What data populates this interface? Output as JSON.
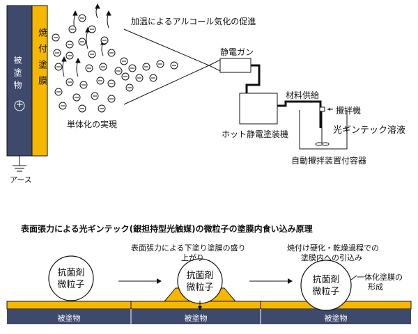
{
  "top": {
    "object_label": "被塗物",
    "plus_symbol": "+",
    "film_label": "焼付塗膜",
    "heating_caption": "加温によるアルコール気化の促進",
    "ion_symbol": "−",
    "gun_label": "静電ガン",
    "material_supply_label": "材料供給",
    "agitator_label": "攪拌機",
    "machine_label": "ホット静電塗装機",
    "solution_label": "光ギンテック溶液",
    "container_label": "自動攪拌装置付容器",
    "unification_label": "単体化の実現",
    "earth_label": "アース"
  },
  "bottom": {
    "title": "表面張力による光ギンテック(銀担持型光触媒)の微粒子の塗膜内食い込み原理",
    "step2_caption_line1": "表面張力による下塗り塗膜の盛り",
    "step2_caption_line2": "上がり",
    "step3_caption_line1": "焼付け硬化・乾燥過程での",
    "step3_caption_line2": "塗膜内への引込み",
    "step3_side_line1": "一体化塗膜の",
    "step3_side_line2": "形成",
    "particle_line1": "抗菌剤",
    "particle_line2": "微粒子",
    "substrate_label": "被塗物"
  },
  "colors": {
    "substrate": "#3e4a6b",
    "film": "#f6b700",
    "stroke": "#111111"
  }
}
